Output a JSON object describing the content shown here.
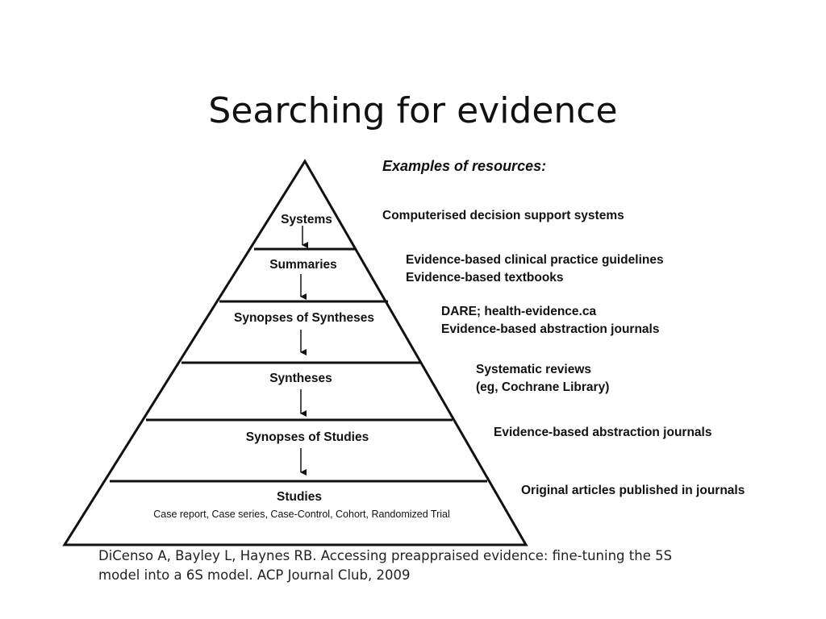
{
  "title": "Searching for evidence",
  "pyramid": {
    "levels": [
      {
        "label": "Systems"
      },
      {
        "label": "Summaries"
      },
      {
        "label": "Synopses of Syntheses"
      },
      {
        "label": "Syntheses"
      },
      {
        "label": "Synopses of Studies"
      },
      {
        "label": "Studies",
        "sublabel": "Case report, Case series, Case-Control, Cohort, Randomized Trial"
      }
    ]
  },
  "examples": {
    "heading": "Examples of resources:",
    "items": [
      {
        "lines": [
          "Computerised decision support systems"
        ]
      },
      {
        "lines": [
          "Evidence-based clinical practice guidelines",
          "Evidence-based textbooks"
        ]
      },
      {
        "lines": [
          "DARE; health-evidence.ca",
          "Evidence-based abstraction journals"
        ]
      },
      {
        "lines": [
          "Systematic reviews",
          "(eg, Cochrane Library)"
        ]
      },
      {
        "lines": [
          "Evidence-based abstraction journals"
        ]
      },
      {
        "lines": [
          "Original articles published in journals"
        ]
      }
    ]
  },
  "citation": {
    "line1": "DiCenso A, Bayley L, Haynes RB.  Accessing preappraised evidence: fine-tuning the 5S",
    "line2": "model into a 6S model. ACP Journal Club, 2009"
  }
}
